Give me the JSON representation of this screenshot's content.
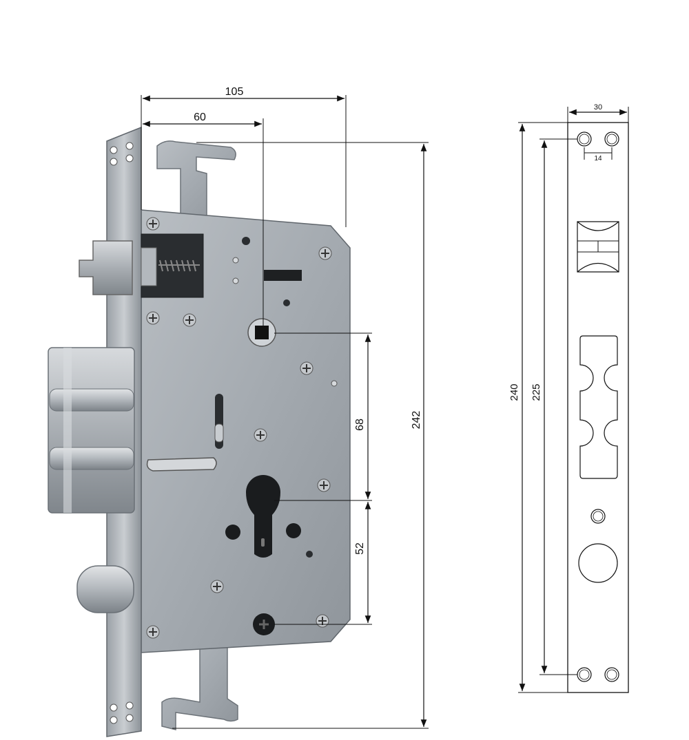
{
  "lock_view": {
    "dimensions": {
      "width_total": "105",
      "width_to_spindle": "60",
      "height_total": "242",
      "spindle_to_cylinder": "68",
      "cylinder_to_lower": "52"
    }
  },
  "faceplate_view": {
    "dimensions": {
      "plate_width": "30",
      "hole_spacing": "14",
      "plate_length": "240",
      "hole_distance": "225"
    }
  }
}
